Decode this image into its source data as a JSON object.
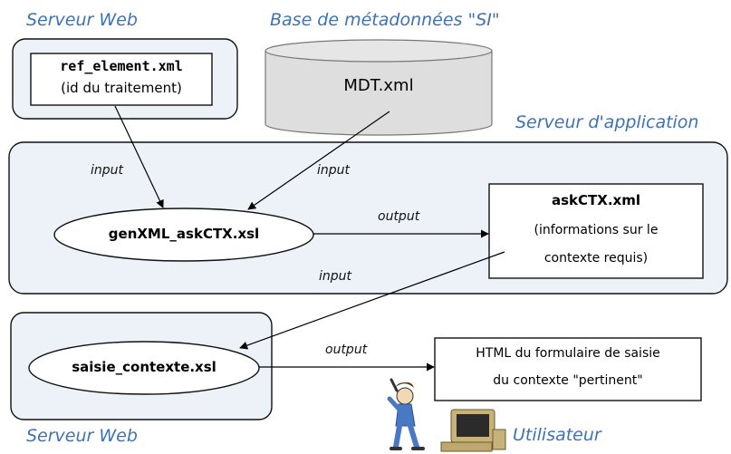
{
  "zones": {
    "web_top": "Serveur Web",
    "db": "Base de métadonnées \"SI\"",
    "app": "Serveur d'application",
    "web_bottom": "Serveur Web",
    "user": "Utilisateur"
  },
  "nodes": {
    "ref_element": {
      "title": "ref_element.xml",
      "subtitle": "(id du traitement)"
    },
    "mdt": {
      "title": "MDT.xml"
    },
    "gen_xml": {
      "title": "genXML_askCTX.xsl"
    },
    "ask_ctx": {
      "title": "askCTX.xml",
      "line1": "(informations sur le",
      "line2": "contexte requis)"
    },
    "saisie": {
      "title": "saisie_contexte.xsl"
    },
    "html_form": {
      "line1": "HTML du formulaire de saisie",
      "line2": "du contexte \"pertinent\""
    }
  },
  "edges": {
    "ref_to_gen": "input",
    "mdt_to_gen": "input",
    "gen_to_ask": "output",
    "ask_to_saisie": "input",
    "saisie_to_html": "output"
  },
  "colors": {
    "zone_fill": "#edf2f8",
    "zone_title": "#3f72b4",
    "db_fill": "#dedede",
    "user_shirt": "#4a79c4",
    "computer": "#c7b27a"
  },
  "icons": [
    "user-figure-icon",
    "computer-icon"
  ]
}
